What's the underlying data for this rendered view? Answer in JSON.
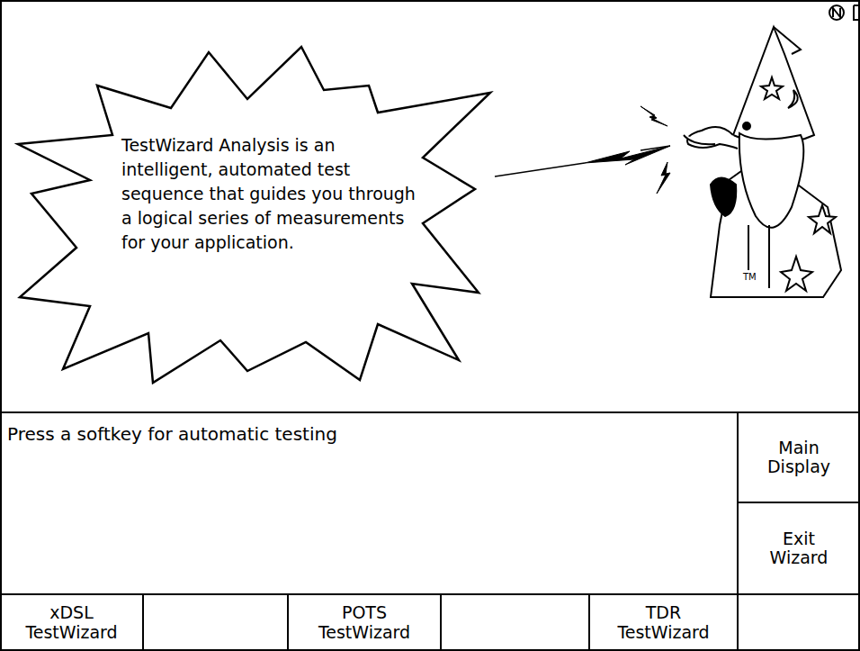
{
  "diagram": {
    "nodes": [
      {
        "text": [
          "TestWizard Analysis is an intelligent, automated test sequence that guides you through a logical series of measurements for your application."
        ]
      },
      {
        "text": [
          "Press a softkey for automatic testing"
        ]
      },
      {
        "text": [
          "Main Display"
        ]
      },
      {
        "text": [
          "Exit Wizard"
        ]
      },
      {
        "text": [
          "xDSL TestWizard"
        ]
      },
      {
        "text": [
          "POTS TestWizard"
        ]
      },
      {
        "text": [
          "TDR TestWizard"
        ]
      }
    ],
    "labels": [
      "TM"
    ]
  }
}
